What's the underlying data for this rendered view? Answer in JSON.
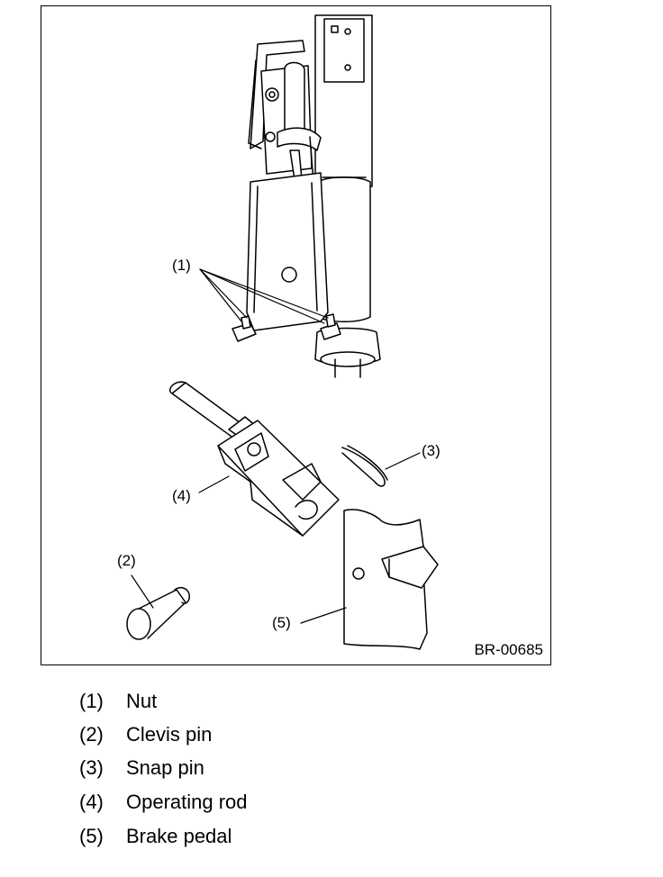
{
  "figure": {
    "id": "BR-00685",
    "callouts": {
      "nut": "(1)",
      "clevis_pin": "(2)",
      "snap_pin": "(3)",
      "operating_rod": "(4)",
      "brake_pedal": "(5)"
    }
  },
  "legend": [
    {
      "num": "(1)",
      "name": "Nut"
    },
    {
      "num": "(2)",
      "name": "Clevis pin"
    },
    {
      "num": "(3)",
      "name": "Snap pin"
    },
    {
      "num": "(4)",
      "name": "Operating rod"
    },
    {
      "num": "(5)",
      "name": "Brake pedal"
    }
  ]
}
